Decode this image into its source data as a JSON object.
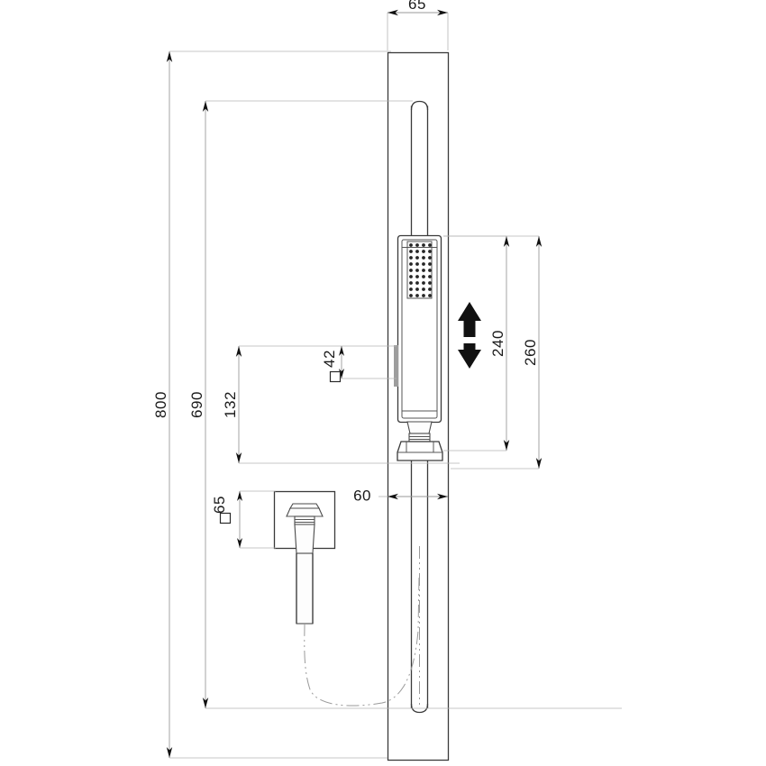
{
  "drawing": {
    "title": "Wall-mounted shower rail set technical dimension drawing",
    "units": "mm",
    "view": "front elevation",
    "dimensions": {
      "overall_height": "800",
      "rail_top_height": "690",
      "panel_width": "65",
      "slide_travel": "240",
      "bracket_span": "260",
      "outlet_to_handset": "132",
      "handset_bracket_square": "42",
      "wall_plate_square": "65",
      "outlet_projection": "60"
    },
    "labels": {
      "overall_height": "800",
      "rail_top_height": "690",
      "panel_width": "65",
      "slide_travel": "240",
      "bracket_span": "260",
      "outlet_to_handset": "132",
      "handset_bracket_square": "42",
      "wall_plate_square": "65",
      "outlet_projection": "60"
    },
    "square_symbol": "□",
    "annotations": {
      "slide_arrow_up": "up-arrow",
      "slide_arrow_down": "down-arrow"
    },
    "colors": {
      "object_stroke": "#3a3a3a",
      "dimension_stroke": "#9a9a9a",
      "extension_stroke": "#b4b4b4",
      "text": "#1a1a1a",
      "spray_hole": "#262626",
      "background": "#ffffff"
    },
    "components": [
      "wall-panel",
      "slide-rail",
      "handset",
      "spray-face",
      "upper-bracket",
      "lower-bracket",
      "wall-outlet-plate",
      "hose"
    ]
  }
}
